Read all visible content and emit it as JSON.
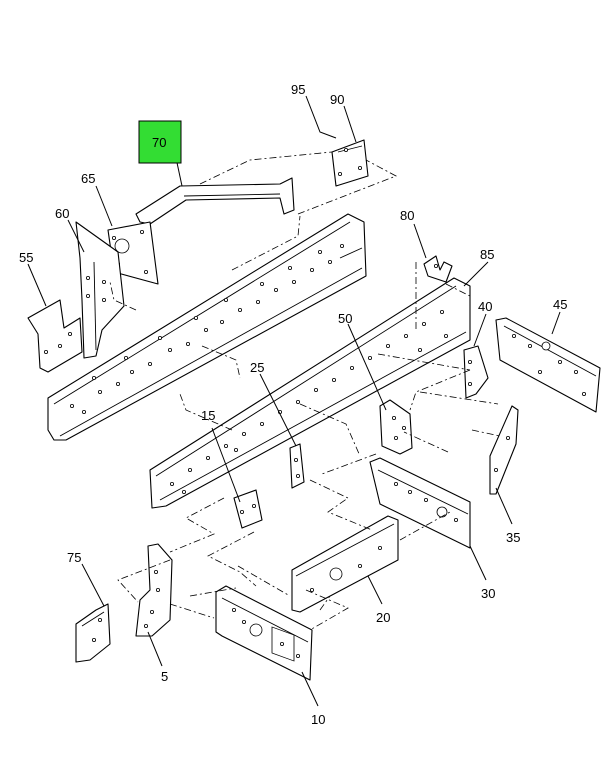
{
  "callouts": {
    "c95": "95",
    "c90": "90",
    "c70": "70",
    "c65": "65",
    "c60": "60",
    "c55": "55",
    "c80": "80",
    "c85": "85",
    "c40": "40",
    "c45": "45",
    "c50": "50",
    "c25": "25",
    "c15": "15",
    "c35": "35",
    "c30": "30",
    "c75": "75",
    "c20": "20",
    "c5": "5",
    "c10": "10"
  },
  "highlight": {
    "callout": "70",
    "color": "#33dd33"
  }
}
